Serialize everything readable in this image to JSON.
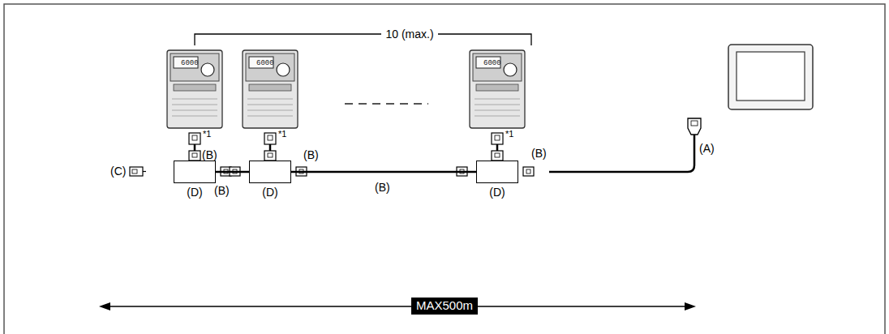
{
  "diagram": {
    "nodes": [
      {
        "text": [
          "(D)"
        ]
      },
      {
        "text": [
          "(D)"
        ]
      },
      {
        "text": [
          "(D)"
        ]
      }
    ],
    "edges": [
      {
        "from": 0,
        "to": 1,
        "arrow": "none"
      },
      {
        "from": 1,
        "to": 2,
        "arrow": "none"
      }
    ],
    "labels": [
      "10 (max.)",
      "6000",
      "6000",
      "6000",
      "*1",
      "*1",
      "*1",
      "(C)",
      "(B)",
      "(B)",
      "(B)",
      "(B)",
      "(B)",
      "(A)",
      "MAX500m"
    ]
  }
}
